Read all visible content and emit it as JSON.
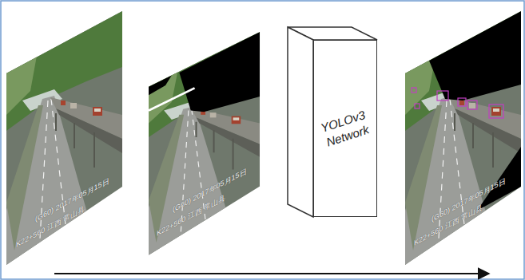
{
  "diagram": {
    "nodes": [
      {
        "text": [
          "YOLOv3 Network"
        ]
      }
    ],
    "labels": [
      "(G60) 2017年05月15日",
      "K22+560 江西 常山县",
      "(G60) 2017年05月15日",
      "K22+560 江西 常山县",
      "(G60) 2017年05月15日",
      "K22+560 江西 常山县"
    ]
  }
}
